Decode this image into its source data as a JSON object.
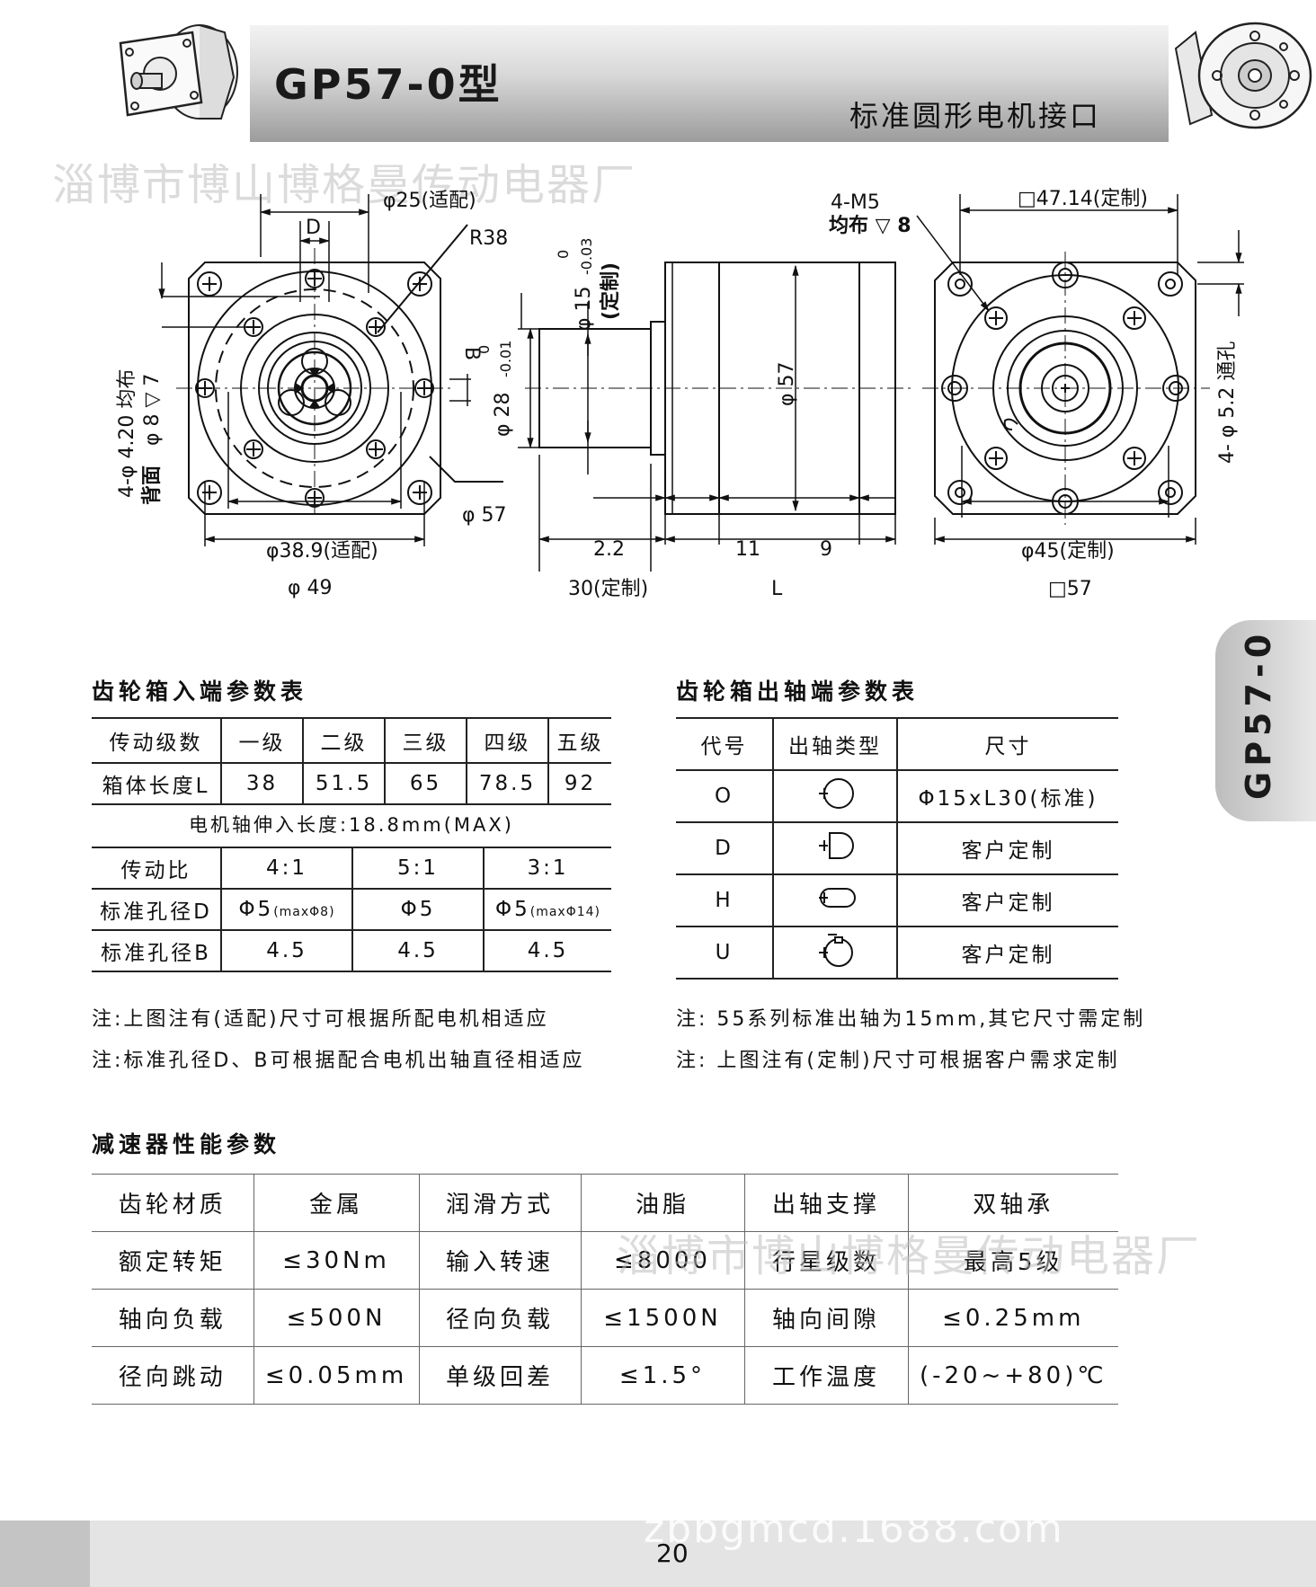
{
  "header": {
    "model": "GP57-0型",
    "subtitle": "标准圆形电机接口"
  },
  "watermarks": {
    "top": "淄博市博山博格曼传动电器厂",
    "middle": "淄博市博山博格曼传动电器厂",
    "bottom": "zbbgmcd.1688.com"
  },
  "side_tab": "GP57-0",
  "drawing": {
    "front": {
      "d25": "φ25(适配)",
      "D": "D",
      "R38": "R38",
      "B": "B",
      "d57": "φ 57",
      "d38_9": "φ38.9(适配)",
      "d49": "φ 49",
      "holes": "4-φ 4.20 均布",
      "holes_depth": "φ 8 ▽ 7",
      "back": "背面"
    },
    "side": {
      "d15": "φ 15",
      "d15_tol_upper": "0",
      "d15_tol_lower": "-0.03",
      "d15_note": "(定制)",
      "d28": "φ 28",
      "d28_tol_upper": "0",
      "d28_tol_lower": "-0.01",
      "d57": "φ 57",
      "dim_2_2": "2.2",
      "dim_11": "11",
      "dim_9": "9",
      "dim_30": "30(定制)",
      "dim_L": "L"
    },
    "rear": {
      "m5": "4-M5",
      "m5_depth": "均布 ▽ 8",
      "sq47": "□47.14(定制)",
      "d45": "φ45(定制)",
      "sq57": "□57",
      "holes": "4- φ 5.2 通孔"
    }
  },
  "input_table": {
    "title": "齿轮箱入端参数表",
    "stage_header": "传动级数",
    "stages": [
      "一级",
      "二级",
      "三级",
      "四级",
      "五级"
    ],
    "length_header": "箱体长度L",
    "lengths": [
      "38",
      "51.5",
      "65",
      "78.5",
      "92"
    ],
    "shaft_note": "电机轴伸入长度:18.8mm(MAX)",
    "ratio_header": "传动比",
    "ratios": [
      "4:1",
      "5:1",
      "3:1"
    ],
    "boreD_header": "标准孔径D",
    "boreD": [
      {
        "main": "Φ5",
        "sub": "(maxΦ8)"
      },
      {
        "main": "Φ5",
        "sub": ""
      },
      {
        "main": "Φ5",
        "sub": "(maxΦ14)"
      }
    ],
    "boreB_header": "标准孔径B",
    "boreB": [
      "4.5",
      "4.5",
      "4.5"
    ]
  },
  "output_table": {
    "title": "齿轮箱出轴端参数表",
    "headers": [
      "代号",
      "出轴类型",
      "尺寸"
    ],
    "rows": [
      {
        "code": "O",
        "type_icon": "round-shaft-icon",
        "size": "Φ15xL30(标准)"
      },
      {
        "code": "D",
        "type_icon": "d-cut-shaft-icon",
        "size": "客户定制"
      },
      {
        "code": "H",
        "type_icon": "double-flat-shaft-icon",
        "size": "客户定制"
      },
      {
        "code": "U",
        "type_icon": "keyway-shaft-icon",
        "size": "客户定制"
      }
    ]
  },
  "notes_left": [
    "注:上图注有(适配)尺寸可根据所配电机相适应",
    "注:标准孔径D、B可根据配合电机出轴直径相适应"
  ],
  "notes_right": [
    "注: 55系列标准出轴为15mm,其它尺寸需定制",
    "注: 上图注有(定制)尺寸可根据客户需求定制"
  ],
  "performance": {
    "title": "减速器性能参数",
    "rows": [
      [
        "齿轮材质",
        "金属",
        "润滑方式",
        "油脂",
        "出轴支撑",
        "双轴承"
      ],
      [
        "额定转矩",
        "≤30Nm",
        "输入转速",
        "≤8000",
        "行星级数",
        "最高5级"
      ],
      [
        "轴向负载",
        "≤500N",
        "径向负载",
        "≤1500N",
        "轴向间隙",
        "≤0.25mm"
      ],
      [
        "径向跳动",
        "≤0.05mm",
        "单级回差",
        "≤1.5°",
        "工作温度",
        "(-20~+80)℃"
      ]
    ]
  },
  "page_number": "20"
}
